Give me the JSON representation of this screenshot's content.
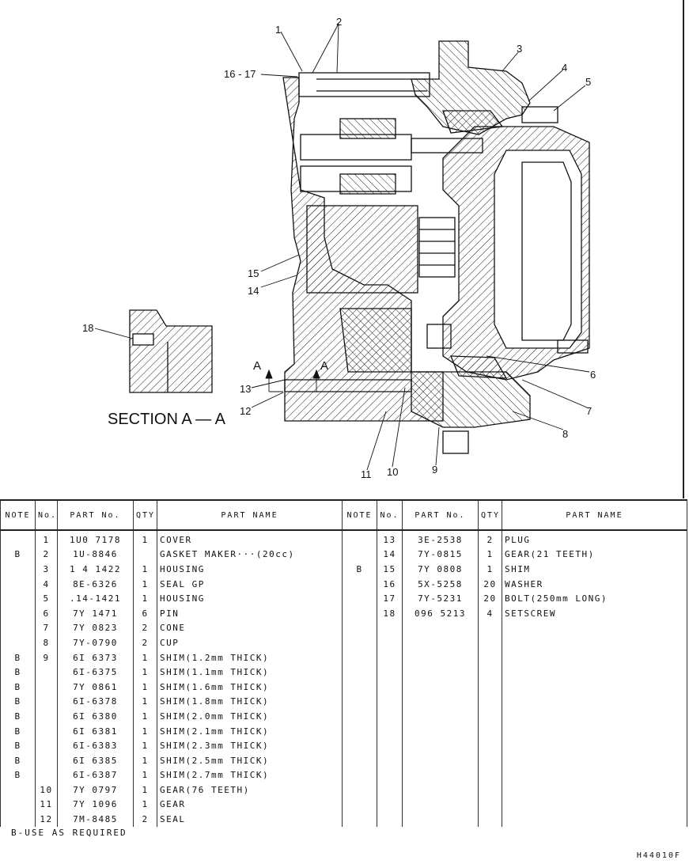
{
  "drawing": {
    "section_title": "SECTION A — A",
    "section_marks": [
      "A",
      "A"
    ],
    "callouts": {
      "c1": "1",
      "c2": "2",
      "c3": "3",
      "c4": "4",
      "c5": "5",
      "c6": "6",
      "c7": "7",
      "c8": "8",
      "c9": "9",
      "c10": "10",
      "c11": "11",
      "c12": "12",
      "c13": "13",
      "c14": "14",
      "c15": "15",
      "c16_17": "16 - 17",
      "c18": "18"
    }
  },
  "table": {
    "headers": {
      "note": "NOTE",
      "no": "No.",
      "part_no": "PART  No.",
      "qty": "QTY",
      "part_name": "PART  NAME"
    },
    "left_rows": [
      {
        "note": "",
        "no": "1",
        "part_no": "1U0 7178",
        "qty": "1",
        "name": "COVER"
      },
      {
        "note": "B",
        "no": "2",
        "part_no": "1U-8846",
        "qty": "",
        "name": "GASKET MAKER···(20cc)"
      },
      {
        "note": "",
        "no": "3",
        "part_no": "1 4 1422",
        "qty": "1",
        "name": "HOUSING"
      },
      {
        "note": "",
        "no": "4",
        "part_no": "8E-6326",
        "qty": "1",
        "name": "SEAL GP"
      },
      {
        "note": "",
        "no": "5",
        "part_no": ".14-1421",
        "qty": "1",
        "name": "HOUSING"
      },
      {
        "note": "",
        "no": "6",
        "part_no": "7Y 1471",
        "qty": "6",
        "name": "PIN"
      },
      {
        "note": "",
        "no": "7",
        "part_no": "7Y 0823",
        "qty": "2",
        "name": "CONE"
      },
      {
        "note": "",
        "no": "8",
        "part_no": "7Y-0790",
        "qty": "2",
        "name": "CUP"
      },
      {
        "note": "B",
        "no": "9",
        "part_no": "6I 6373",
        "qty": "1",
        "name": "SHIM(1.2mm THICK)"
      },
      {
        "note": "B",
        "no": "",
        "part_no": "6I-6375",
        "qty": "1",
        "name": "SHIM(1.1mm THICK)"
      },
      {
        "note": "B",
        "no": "",
        "part_no": "7Y 0861",
        "qty": "1",
        "name": "SHIM(1.6mm THICK)"
      },
      {
        "note": "B",
        "no": "",
        "part_no": "6I-6378",
        "qty": "1",
        "name": "SHIM(1.8mm THICK)"
      },
      {
        "note": "B",
        "no": "",
        "part_no": "6I 6380",
        "qty": "1",
        "name": "SHIM(2.0mm THICK)"
      },
      {
        "note": "B",
        "no": "",
        "part_no": "6I 6381",
        "qty": "1",
        "name": "SHIM(2.1mm THICK)"
      },
      {
        "note": "B",
        "no": "",
        "part_no": "6I-6383",
        "qty": "1",
        "name": "SHIM(2.3mm THICK)"
      },
      {
        "note": "B",
        "no": "",
        "part_no": "6I 6385",
        "qty": "1",
        "name": "SHIM(2.5mm THICK)"
      },
      {
        "note": "B",
        "no": "",
        "part_no": "6I-6387",
        "qty": "1",
        "name": "SHIM(2.7mm THICK)"
      },
      {
        "note": "",
        "no": "10",
        "part_no": "7Y 0797",
        "qty": "1",
        "name": "GEAR(76 TEETH)"
      },
      {
        "note": "",
        "no": "11",
        "part_no": "7Y 1096",
        "qty": "1",
        "name": "GEAR"
      },
      {
        "note": "",
        "no": "12",
        "part_no": "7M-8485",
        "qty": "2",
        "name": "SEAL"
      }
    ],
    "right_rows": [
      {
        "note": "",
        "no": "13",
        "part_no": "3E-2538",
        "qty": "2",
        "name": "PLUG"
      },
      {
        "note": "",
        "no": "14",
        "part_no": "7Y-0815",
        "qty": "1",
        "name": "GEAR(21 TEETH)"
      },
      {
        "note": "B",
        "no": "15",
        "part_no": "7Y 0808",
        "qty": "1",
        "name": "SHIM"
      },
      {
        "note": "",
        "no": "16",
        "part_no": "5X-5258",
        "qty": "20",
        "name": "WASHER"
      },
      {
        "note": "",
        "no": "17",
        "part_no": "7Y-5231",
        "qty": "20",
        "name": "BOLT(250mm LONG)"
      },
      {
        "note": "",
        "no": "18",
        "part_no": "096 5213",
        "qty": "4",
        "name": "SETSCREW"
      },
      {
        "note": "",
        "no": "",
        "part_no": "",
        "qty": "",
        "name": ""
      },
      {
        "note": "",
        "no": "",
        "part_no": "",
        "qty": "",
        "name": ""
      },
      {
        "note": "",
        "no": "",
        "part_no": "",
        "qty": "",
        "name": ""
      },
      {
        "note": "",
        "no": "",
        "part_no": "",
        "qty": "",
        "name": ""
      },
      {
        "note": "",
        "no": "",
        "part_no": "",
        "qty": "",
        "name": ""
      },
      {
        "note": "",
        "no": "",
        "part_no": "",
        "qty": "",
        "name": ""
      },
      {
        "note": "",
        "no": "",
        "part_no": "",
        "qty": "",
        "name": ""
      },
      {
        "note": "",
        "no": "",
        "part_no": "",
        "qty": "",
        "name": ""
      },
      {
        "note": "",
        "no": "",
        "part_no": "",
        "qty": "",
        "name": ""
      },
      {
        "note": "",
        "no": "",
        "part_no": "",
        "qty": "",
        "name": ""
      },
      {
        "note": "",
        "no": "",
        "part_no": "",
        "qty": "",
        "name": ""
      },
      {
        "note": "",
        "no": "",
        "part_no": "",
        "qty": "",
        "name": ""
      },
      {
        "note": "",
        "no": "",
        "part_no": "",
        "qty": "",
        "name": ""
      },
      {
        "note": "",
        "no": "",
        "part_no": "",
        "qty": "",
        "name": ""
      }
    ]
  },
  "footnote": "B-USE AS REQUIRED",
  "ref_code": "H44010F"
}
